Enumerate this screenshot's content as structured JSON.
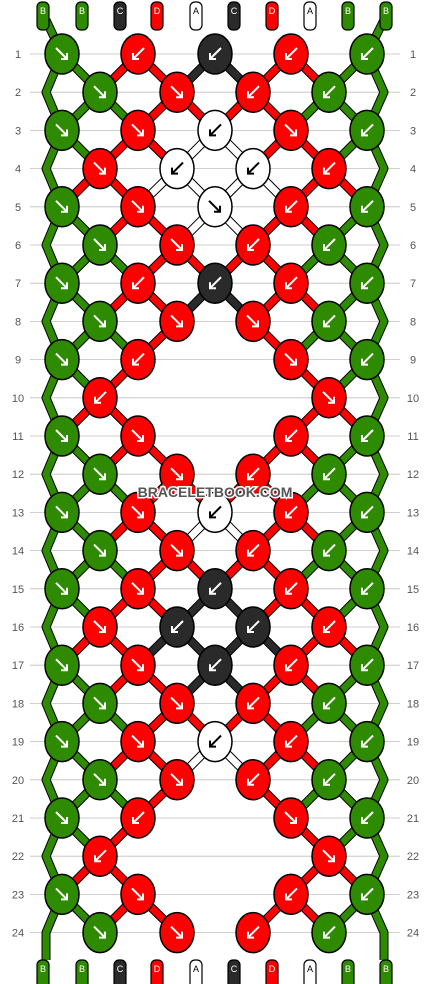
{
  "watermark": "BRACELETBOOK.COM",
  "colors": {
    "B": "#2e8b00",
    "C": "#2a2a2a",
    "D": "#ff0000",
    "A": "#ffffff",
    "line": "#000000",
    "ruler": "#bfbfbf",
    "label": "#555555"
  },
  "strings_top": [
    "B",
    "B",
    "C",
    "D",
    "A",
    "C",
    "D",
    "A",
    "B",
    "B"
  ],
  "strings_bottom": [
    "B",
    "B",
    "C",
    "D",
    "A",
    "C",
    "D",
    "A",
    "B",
    "B"
  ],
  "row_numbers": [
    "1",
    "2",
    "3",
    "4",
    "5",
    "6",
    "7",
    "8",
    "9",
    "10",
    "11",
    "12",
    "13",
    "14",
    "15",
    "16",
    "17",
    "18",
    "19",
    "20",
    "21",
    "22",
    "23",
    "24"
  ],
  "rows": [
    [
      {
        "c": "B",
        "d": "right"
      },
      {
        "c": "D",
        "d": "left"
      },
      {
        "c": "C",
        "d": "left"
      },
      {
        "c": "D",
        "d": "left"
      },
      {
        "c": "B",
        "d": "left"
      }
    ],
    [
      {
        "c": "B",
        "d": "right"
      },
      {
        "c": "D",
        "d": "right"
      },
      {
        "c": "D",
        "d": "left"
      },
      {
        "c": "B",
        "d": "left"
      }
    ],
    [
      {
        "c": "B",
        "d": "right"
      },
      {
        "c": "D",
        "d": "right"
      },
      {
        "c": "A",
        "d": "left"
      },
      {
        "c": "D",
        "d": "right"
      },
      {
        "c": "B",
        "d": "left"
      }
    ],
    [
      {
        "c": "D",
        "d": "right"
      },
      {
        "c": "A",
        "d": "left"
      },
      {
        "c": "A",
        "d": "left"
      },
      {
        "c": "D",
        "d": "left"
      }
    ],
    [
      {
        "c": "B",
        "d": "right"
      },
      {
        "c": "D",
        "d": "right"
      },
      {
        "c": "A",
        "d": "right"
      },
      {
        "c": "D",
        "d": "left"
      },
      {
        "c": "B",
        "d": "left"
      }
    ],
    [
      {
        "c": "B",
        "d": "right"
      },
      {
        "c": "D",
        "d": "right"
      },
      {
        "c": "D",
        "d": "left"
      },
      {
        "c": "B",
        "d": "left"
      }
    ],
    [
      {
        "c": "B",
        "d": "right"
      },
      {
        "c": "D",
        "d": "left"
      },
      {
        "c": "C",
        "d": "left"
      },
      {
        "c": "D",
        "d": "left"
      },
      {
        "c": "B",
        "d": "left"
      }
    ],
    [
      {
        "c": "B",
        "d": "right"
      },
      {
        "c": "D",
        "d": "right"
      },
      {
        "c": "D",
        "d": "right"
      },
      {
        "c": "B",
        "d": "left"
      }
    ],
    [
      {
        "c": "B",
        "d": "right"
      },
      {
        "c": "D",
        "d": "left"
      },
      {
        "c": "D",
        "d": "right"
      },
      {
        "c": "B",
        "d": "left"
      }
    ],
    [
      {
        "c": "D",
        "d": "left"
      },
      {
        "c": "D",
        "d": "right"
      }
    ],
    [
      {
        "c": "B",
        "d": "right"
      },
      {
        "c": "D",
        "d": "right"
      },
      {
        "c": "D",
        "d": "left"
      },
      {
        "c": "B",
        "d": "left"
      }
    ],
    [
      {
        "c": "B",
        "d": "right"
      },
      {
        "c": "D",
        "d": "right"
      },
      {
        "c": "D",
        "d": "left"
      },
      {
        "c": "B",
        "d": "left"
      }
    ],
    [
      {
        "c": "B",
        "d": "right"
      },
      {
        "c": "D",
        "d": "right"
      },
      {
        "c": "A",
        "d": "left"
      },
      {
        "c": "D",
        "d": "left"
      },
      {
        "c": "B",
        "d": "left"
      }
    ],
    [
      {
        "c": "B",
        "d": "right"
      },
      {
        "c": "D",
        "d": "right"
      },
      {
        "c": "D",
        "d": "left"
      },
      {
        "c": "B",
        "d": "left"
      }
    ],
    [
      {
        "c": "B",
        "d": "right"
      },
      {
        "c": "D",
        "d": "right"
      },
      {
        "c": "C",
        "d": "left"
      },
      {
        "c": "D",
        "d": "left"
      },
      {
        "c": "B",
        "d": "left"
      }
    ],
    [
      {
        "c": "D",
        "d": "right"
      },
      {
        "c": "C",
        "d": "left"
      },
      {
        "c": "C",
        "d": "left"
      },
      {
        "c": "D",
        "d": "left"
      }
    ],
    [
      {
        "c": "B",
        "d": "right"
      },
      {
        "c": "D",
        "d": "right"
      },
      {
        "c": "C",
        "d": "left"
      },
      {
        "c": "D",
        "d": "left"
      },
      {
        "c": "B",
        "d": "left"
      }
    ],
    [
      {
        "c": "B",
        "d": "right"
      },
      {
        "c": "D",
        "d": "right"
      },
      {
        "c": "D",
        "d": "left"
      },
      {
        "c": "B",
        "d": "left"
      }
    ],
    [
      {
        "c": "B",
        "d": "right"
      },
      {
        "c": "D",
        "d": "right"
      },
      {
        "c": "A",
        "d": "left"
      },
      {
        "c": "D",
        "d": "left"
      },
      {
        "c": "B",
        "d": "left"
      }
    ],
    [
      {
        "c": "B",
        "d": "right"
      },
      {
        "c": "D",
        "d": "right"
      },
      {
        "c": "D",
        "d": "left"
      },
      {
        "c": "B",
        "d": "left"
      }
    ],
    [
      {
        "c": "B",
        "d": "right"
      },
      {
        "c": "D",
        "d": "left"
      },
      {
        "c": "D",
        "d": "right"
      },
      {
        "c": "B",
        "d": "left"
      }
    ],
    [
      {
        "c": "D",
        "d": "left"
      },
      {
        "c": "D",
        "d": "right"
      }
    ],
    [
      {
        "c": "B",
        "d": "right"
      },
      {
        "c": "D",
        "d": "right"
      },
      {
        "c": "D",
        "d": "left"
      },
      {
        "c": "B",
        "d": "left"
      }
    ],
    [
      {
        "c": "B",
        "d": "right"
      },
      {
        "c": "D",
        "d": "right"
      },
      {
        "c": "D",
        "d": "left"
      },
      {
        "c": "B",
        "d": "left"
      }
    ]
  ]
}
